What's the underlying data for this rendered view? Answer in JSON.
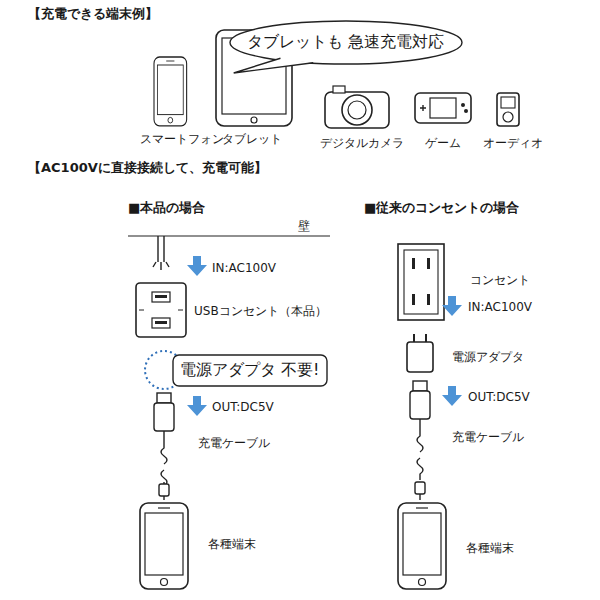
{
  "diagram": {
    "title": "【充電できる端末例】",
    "nodes": [
      {
        "text": [
          "タブレットも 急速充電対応"
        ]
      },
      {
        "text": [
          "電源アダプタ 不要!"
        ]
      }
    ],
    "labels": [
      "スマートフォン",
      "タブレット",
      "デジタルカメラ",
      "ゲーム",
      "オーディオ",
      "【AC100Vに直接接続して、充電可能】",
      "■本品の場合",
      "■従来のコンセントの場合",
      "壁",
      "IN:AC100V",
      "USBコンセント（本品）",
      "OUT:DC5V",
      "充電ケーブル",
      "各種端末",
      "コンセント",
      "IN:AC100V",
      "電源アダプタ",
      "OUT:DC5V",
      "充電ケーブル",
      "各種端末"
    ]
  }
}
